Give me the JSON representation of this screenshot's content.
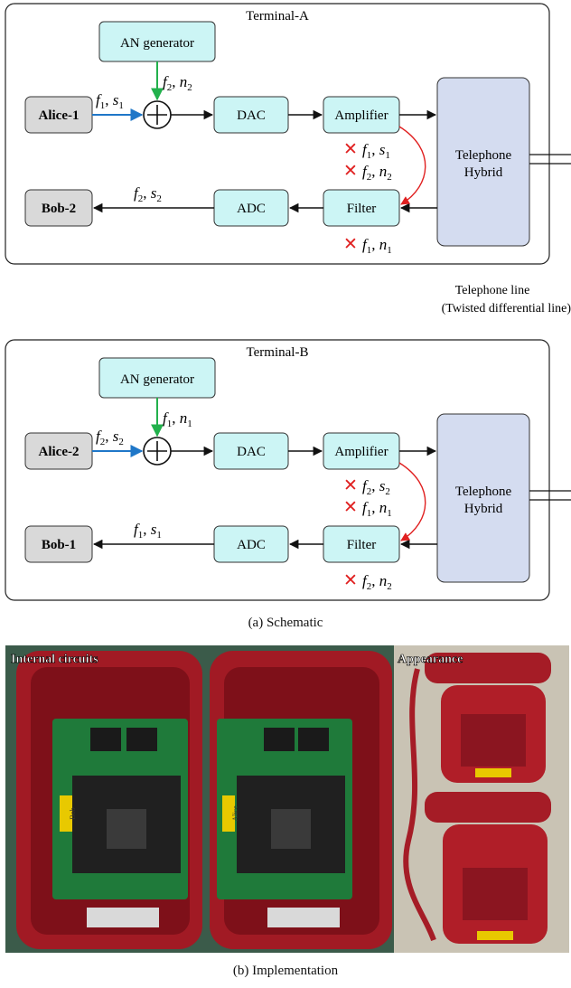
{
  "terminal_a": {
    "title": "Terminal-A",
    "an_generator": "AN generator",
    "an_signal": [
      "f",
      "2",
      "n",
      "2"
    ],
    "source": "Alice-1",
    "source_signal": [
      "f",
      "1",
      "s",
      "1"
    ],
    "dac": "DAC",
    "amplifier": "Amplifier",
    "adc": "ADC",
    "filter": "Filter",
    "hybrid_line1": "Telephone",
    "hybrid_line2": "Hybrid",
    "sink": "Bob-2",
    "sink_signal": [
      "f",
      "2",
      "s",
      "2"
    ],
    "echo_blocked_1": [
      "f",
      "1",
      "s",
      "1"
    ],
    "echo_blocked_2": [
      "f",
      "2",
      "n",
      "2"
    ],
    "filter_blocked": [
      "f",
      "1",
      "n",
      "1"
    ]
  },
  "telephone_line": {
    "line1": "Telephone line",
    "line2": "(Twisted differential line)"
  },
  "terminal_b": {
    "title": "Terminal-B",
    "an_generator": "AN generator",
    "an_signal": [
      "f",
      "1",
      "n",
      "1"
    ],
    "source": "Alice-2",
    "source_signal": [
      "f",
      "2",
      "s",
      "2"
    ],
    "dac": "DAC",
    "amplifier": "Amplifier",
    "adc": "ADC",
    "filter": "Filter",
    "hybrid_line1": "Telephone",
    "hybrid_line2": "Hybrid",
    "sink": "Bob-1",
    "sink_signal": [
      "f",
      "1",
      "s",
      "1"
    ],
    "echo_blocked_1": [
      "f",
      "2",
      "s",
      "2"
    ],
    "echo_blocked_2": [
      "f",
      "1",
      "n",
      "1"
    ],
    "filter_blocked": [
      "f",
      "2",
      "n",
      "2"
    ]
  },
  "captions": {
    "schematic": "(a)  Schematic",
    "implementation": "(b)  Implementation"
  },
  "photos": {
    "internal_label": "Internal circuits",
    "appearance_label": "Appearance",
    "sticker_bob": "Bob",
    "sticker_alice": "Alice"
  },
  "colors": {
    "block_fill": "#ccf5f5",
    "hybrid_fill": "#d4dcf0",
    "endpoint_fill": "#d9d9d9",
    "green_arrow": "#22b14c",
    "blue_arrow": "#1f77c8",
    "red_mark": "#e02020",
    "phone_red": "#b01e28",
    "pcb_green": "#1f7a3a"
  }
}
